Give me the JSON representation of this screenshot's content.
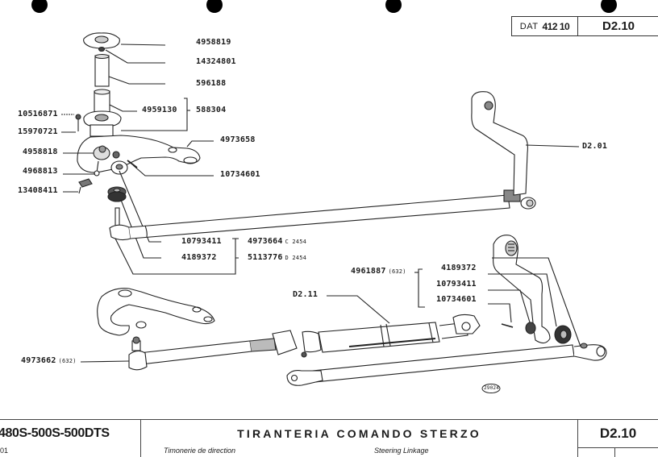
{
  "header": {
    "dat_label": "DAT",
    "dat_number": "412 10",
    "page_code": "D2.10"
  },
  "parts_upper_left": [
    {
      "id": "4958819"
    },
    {
      "id": "14324801"
    },
    {
      "id": "596188"
    },
    {
      "id": "4959130"
    },
    {
      "id": "588304"
    },
    {
      "id": "10516871"
    },
    {
      "id": "15970721"
    },
    {
      "id": "4958818"
    },
    {
      "id": "4973658"
    },
    {
      "id": "4968813"
    },
    {
      "id": "10734601"
    },
    {
      "id": "13408411"
    }
  ],
  "tie_rod_group": {
    "items": [
      {
        "id": "10793411"
      },
      {
        "id": "4189372"
      }
    ],
    "assemblies": [
      {
        "id": "4973664",
        "note": "C 2454"
      },
      {
        "id": "5113776",
        "note": "D 2454"
      }
    ]
  },
  "cross_refs": {
    "pitman_arm": "D2.01",
    "power_cylinder": "D2.11"
  },
  "right_group": {
    "assembly": {
      "id": "4961887",
      "note": "(632)"
    },
    "items": [
      {
        "id": "4189372"
      },
      {
        "id": "10793411"
      },
      {
        "id": "10734601"
      }
    ]
  },
  "lower_left_part": {
    "id": "4973662",
    "note": "(632)"
  },
  "figure_number": "29024",
  "footer": {
    "model": "480S-500S-500DTS",
    "model_sub": "01",
    "title": "TIRANTERIA COMANDO STERZO",
    "subtitle_fr": "Timonerie de direction",
    "subtitle_en": "Steering Linkage",
    "page_code": "D2.10"
  }
}
